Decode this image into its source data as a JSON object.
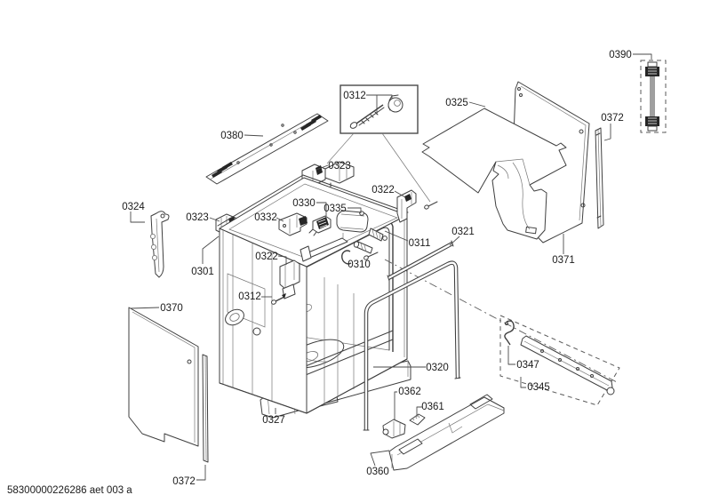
{
  "diagram": {
    "callouts": [
      {
        "label": "0390"
      },
      {
        "label": "0372"
      },
      {
        "label": "0325"
      },
      {
        "label": "0380"
      },
      {
        "label": "0312"
      },
      {
        "label": "0323"
      },
      {
        "label": "0322"
      },
      {
        "label": "0324"
      },
      {
        "label": "0330"
      },
      {
        "label": "0335"
      },
      {
        "label": "0332"
      },
      {
        "label": "0323"
      },
      {
        "label": "0311"
      },
      {
        "label": "0321"
      },
      {
        "label": "0301"
      },
      {
        "label": "0322"
      },
      {
        "label": "0310"
      },
      {
        "label": "0371"
      },
      {
        "label": "0312"
      },
      {
        "label": "0370"
      },
      {
        "label": "0320"
      },
      {
        "label": "0347"
      },
      {
        "label": "0345"
      },
      {
        "label": "0362"
      },
      {
        "label": "0361"
      },
      {
        "label": "0327"
      },
      {
        "label": "0360"
      },
      {
        "label": "0372"
      }
    ],
    "colors": {
      "line": "#3f3f3f",
      "label_text": "#1a1a1a",
      "background": "#ffffff",
      "dark_detail": "#262626"
    }
  },
  "footer": {
    "document_code": "58300000226286 aet 003 a"
  }
}
